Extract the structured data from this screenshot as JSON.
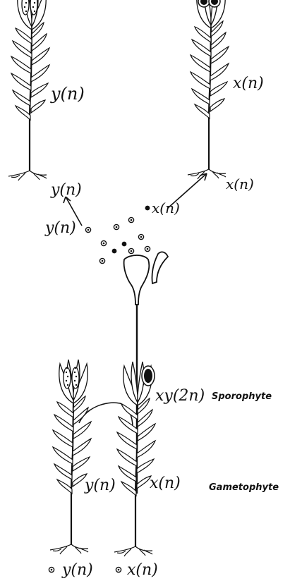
{
  "labels": {
    "top_left_plant": "y(n)",
    "top_right_plant": "x(n)",
    "top_left_root": "y(n)",
    "top_right_root": "x(n)",
    "spore_left": "y(n)",
    "spore_right": "x(n)",
    "sporophyte_formula": "xy(2n)",
    "sporophyte_word": "Sporophyte",
    "bottom_left_plant": "y(n)",
    "bottom_right_plant": "x(n)",
    "gametophyte_word": "Gametophyte",
    "bottom_spore_left": "y(n)",
    "bottom_spore_right": "x(n)"
  },
  "icons": [
    "moss-plant-icon",
    "capsule-icon",
    "spore-icon",
    "arrow-icon"
  ],
  "colors": {
    "ink": "#111111",
    "paper": "#ffffff"
  }
}
